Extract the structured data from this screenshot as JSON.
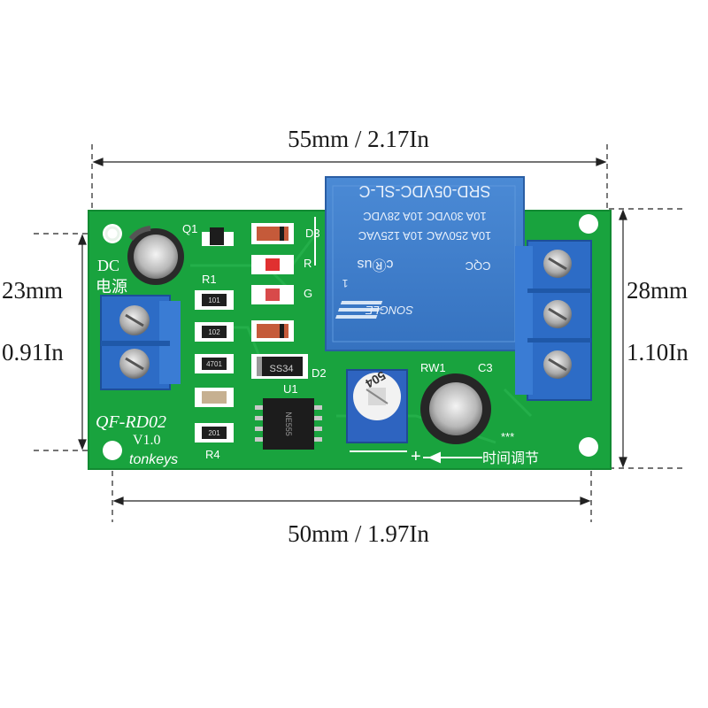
{
  "dimensions": {
    "top_width": "55mm / 2.17In",
    "bottom_width": "50mm / 1.97In",
    "left_height_mm": "23mm",
    "left_height_in": "0.91In",
    "right_height_mm": "28mm",
    "right_height_in": "1.10In"
  },
  "board": {
    "model": "QF-RD02",
    "version": "V1.0",
    "brand": "tonkeys",
    "dc_label": "DC",
    "power_label": "电源",
    "time_adjust_label": "时间调节",
    "stars": "***",
    "plus_mark": "+",
    "labels": {
      "q1": "Q1",
      "r1": "R1",
      "r4": "R4",
      "d2": "D2",
      "d3": "D3",
      "u1": "U1",
      "rw1": "RW1",
      "c3": "C3",
      "led_r": "R",
      "led_g": "G"
    },
    "parts": {
      "r_102": "102",
      "r_101": "101",
      "r_471": "4701",
      "r_201": "201",
      "diode": "SS34",
      "chip": "NE555",
      "pot": "504"
    }
  },
  "relay": {
    "model": "SRD-05VDC-SL-C",
    "rating_1": "10A 250VAC  10A 125VAC",
    "rating_2": "10A 30VDC  10A 28VDC",
    "brand": "SONGLE",
    "cert_ul": "cⓇus",
    "cert_cqc": "CQC",
    "pin_mark": "1"
  },
  "colors": {
    "pcb": "#16a23c",
    "terminal": "#2f6fc8",
    "relay": "#3f7fcb",
    "silkscreen": "#ffffff"
  }
}
